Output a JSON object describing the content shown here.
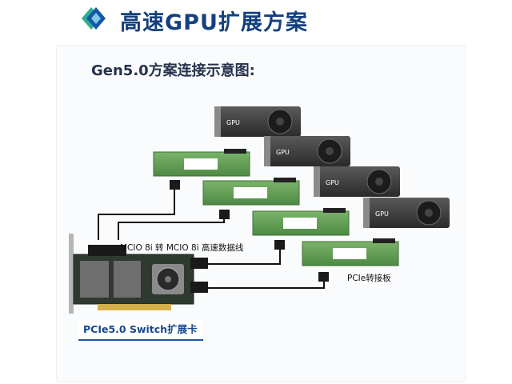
{
  "header": {
    "title": "高速GPU扩展方案"
  },
  "diagram": {
    "subtitle": "Gen5.0方案连接示意图:",
    "gpus": [
      {
        "label": "GPU"
      },
      {
        "label": "GPU"
      },
      {
        "label": "GPU"
      },
      {
        "label": "GPU"
      }
    ],
    "cable_label": "MCIO 8i 转 MCIO 8i 高速数据线",
    "adapter_label": "PCIe转接板",
    "card_label": "PCIe5.0 Switch扩展卡"
  },
  "colors": {
    "title": "#14407e",
    "logo_dark": "#1557a8",
    "logo_light": "#2fae8e",
    "pcb_green": "#5f9a52",
    "gpu_body": "#3a3a3a"
  }
}
